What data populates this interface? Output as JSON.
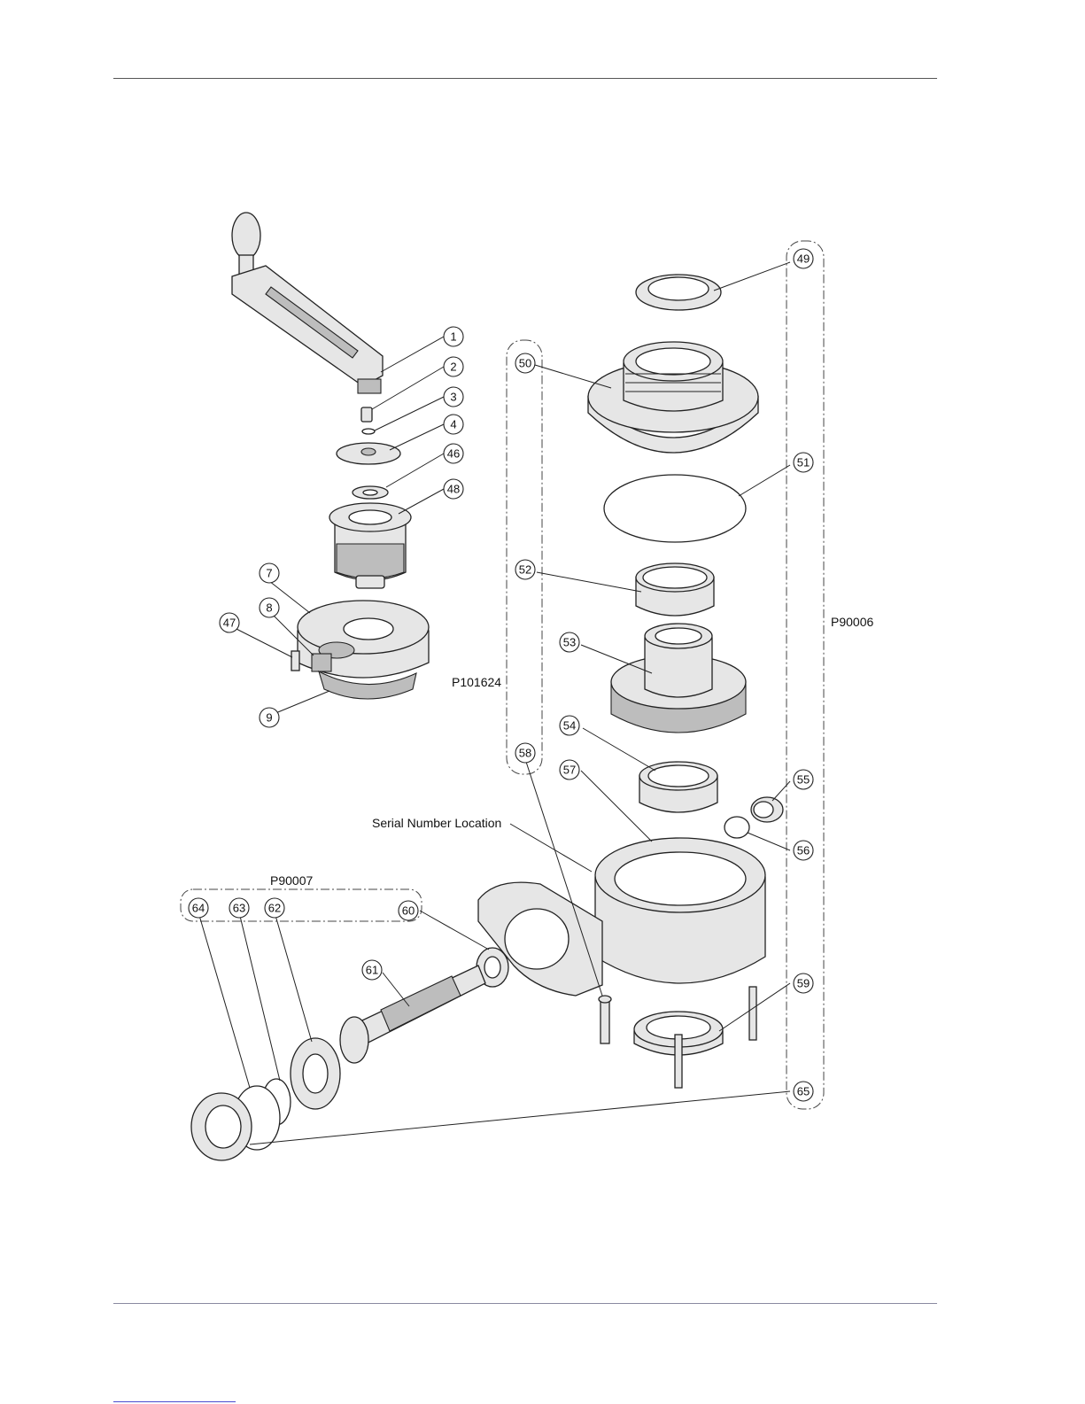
{
  "diagram": {
    "callouts": [
      "1",
      "2",
      "3",
      "4",
      "46",
      "48",
      "7",
      "8",
      "47",
      "9",
      "49",
      "50",
      "51",
      "52",
      "53",
      "54",
      "55",
      "56",
      "57",
      "58",
      "59",
      "60",
      "61",
      "62",
      "63",
      "64",
      "65"
    ],
    "group_labels": {
      "p101624": "P101624",
      "p90006": "P90006",
      "p90007": "P90007"
    },
    "serial_label": "Serial Number Location",
    "colors": {
      "line": "#222222",
      "fill": "#e6e6e6",
      "shade": "#bdbdbd"
    }
  }
}
